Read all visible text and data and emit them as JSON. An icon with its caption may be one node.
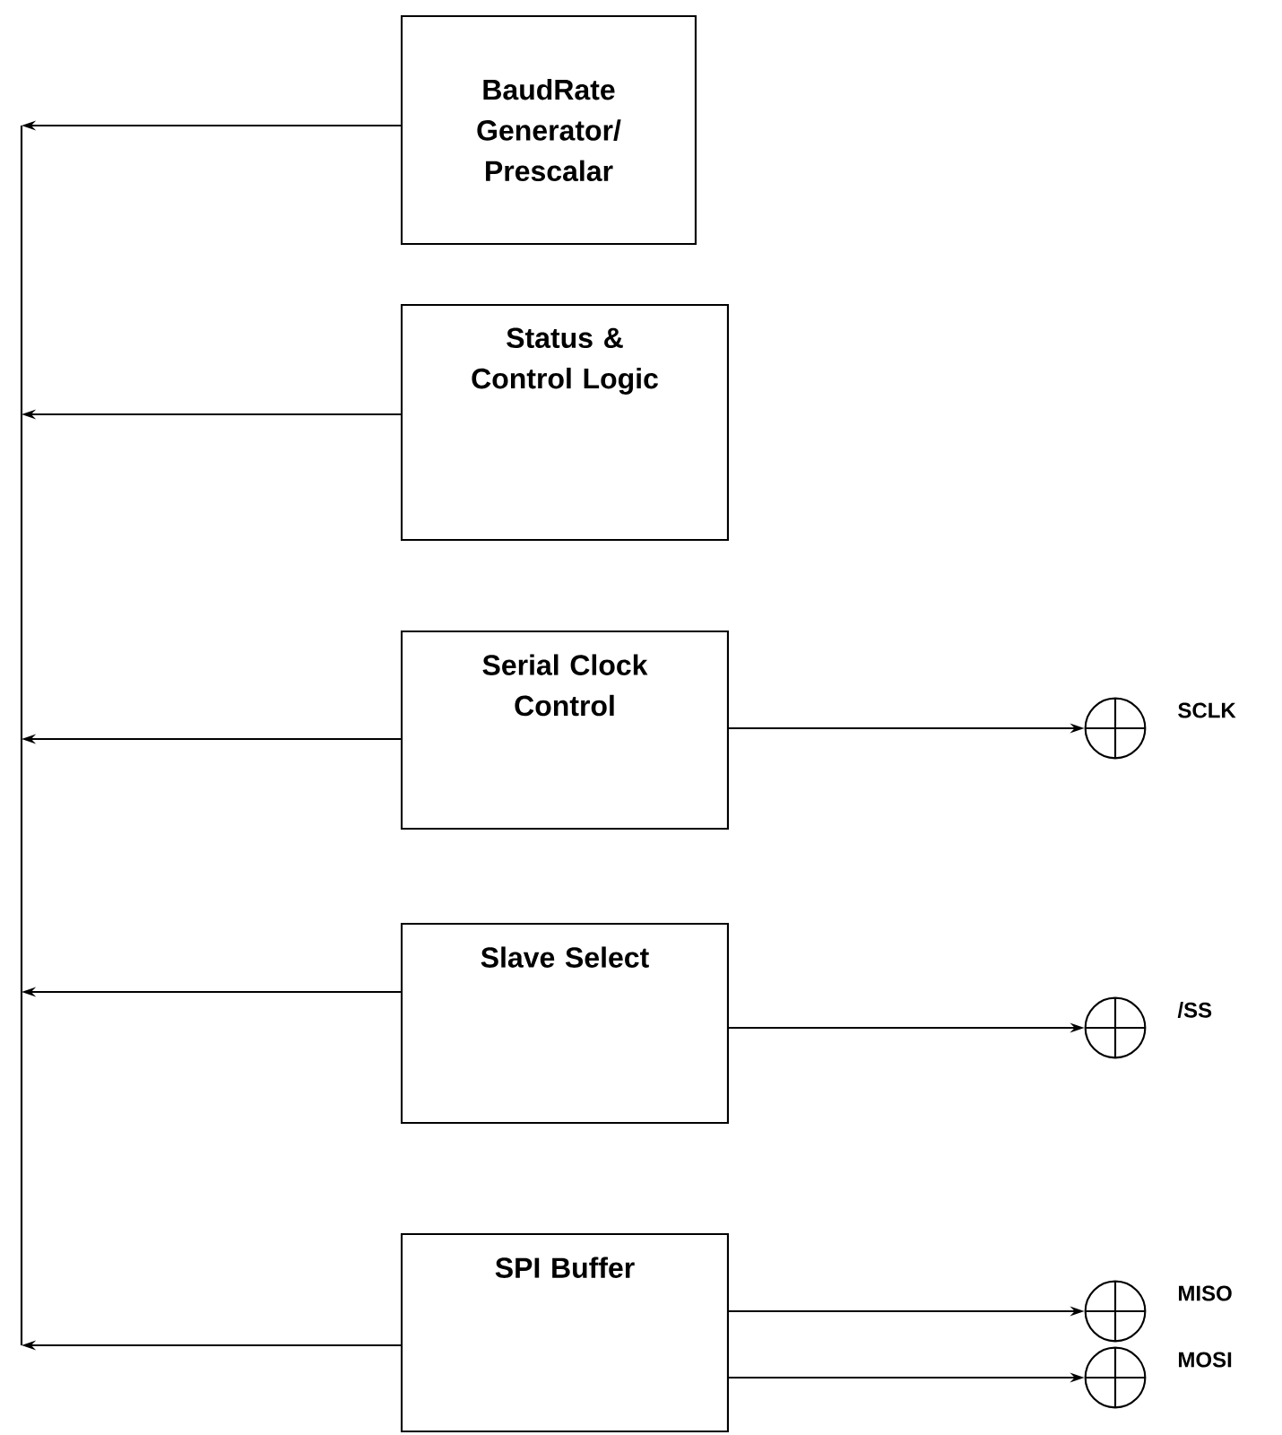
{
  "diagram": {
    "nodes": [
      {
        "text": [
          "BaudRate Generator/ Prescalar"
        ]
      },
      {
        "text": [
          "Status & Control Logic"
        ]
      },
      {
        "text": [
          "Serial Clock Control"
        ]
      },
      {
        "text": [
          "Slave   Select"
        ]
      },
      {
        "text": [
          "SPI Buffer"
        ]
      },
      {
        "text": [],
        "shape": "circle",
        "beside": [
          "SCLK"
        ]
      },
      {
        "text": [],
        "shape": "circle",
        "beside": [
          "/SS"
        ]
      },
      {
        "text": [],
        "shape": "circle",
        "beside": [
          "MISO"
        ]
      },
      {
        "text": [],
        "shape": "circle",
        "beside": [
          "MOSI"
        ]
      }
    ],
    "edges": [
      {
        "from": 0,
        "to": null,
        "arrow": "to"
      },
      {
        "from": 1,
        "to": null,
        "arrow": "to"
      },
      {
        "from": 2,
        "to": null,
        "arrow": "to"
      },
      {
        "from": 3,
        "to": null,
        "arrow": "to"
      },
      {
        "from": 4,
        "to": null,
        "arrow": "to"
      },
      {
        "from": 2,
        "to": 5,
        "arrow": "to"
      },
      {
        "from": 3,
        "to": 6,
        "arrow": "to"
      },
      {
        "from": 4,
        "to": 7,
        "arrow": "to"
      },
      {
        "from": 4,
        "to": 8,
        "arrow": "to"
      }
    ]
  }
}
